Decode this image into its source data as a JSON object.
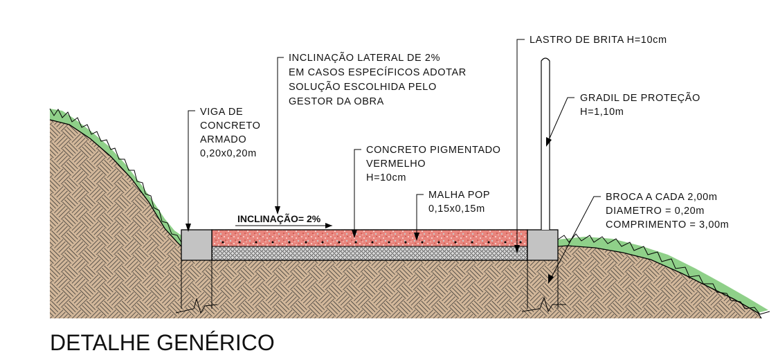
{
  "title": "DETALHE GENÉRICO",
  "slope_label": "INCLINAÇÃO= 2%",
  "notes": {
    "lastro": [
      "LASTRO DE BRITA H=10cm"
    ],
    "inclinacao": [
      "INCLINAÇÃO LATERAL  DE 2%",
      "EM CASOS ESPECÍFICOS ADOTAR",
      "SOLUÇÃO ESCOLHIDA PELO",
      "GESTOR DA OBRA"
    ],
    "viga": [
      "VIGA DE",
      "CONCRETO",
      "ARMADO",
      "0,20x0,20m"
    ],
    "gradil": [
      "GRADIL DE PROTEÇÃO",
      "H=1,10m"
    ],
    "concreto": [
      "CONCRETO PIGMENTADO",
      "VERMELHO",
      "H=10cm"
    ],
    "malha": [
      "MALHA POP",
      "0,15x0,15m"
    ],
    "broca": [
      "BROCA A CADA 2,00m",
      "DIAMETRO = 0,20m",
      "COMPRIMENTO = 3,00m"
    ]
  },
  "colors": {
    "soil": "#d2b79a",
    "grass": "#8fd089",
    "concrete_red": "#e8857d",
    "beam_gray": "#c3c3c3",
    "gravel": "#a8a8a8"
  }
}
